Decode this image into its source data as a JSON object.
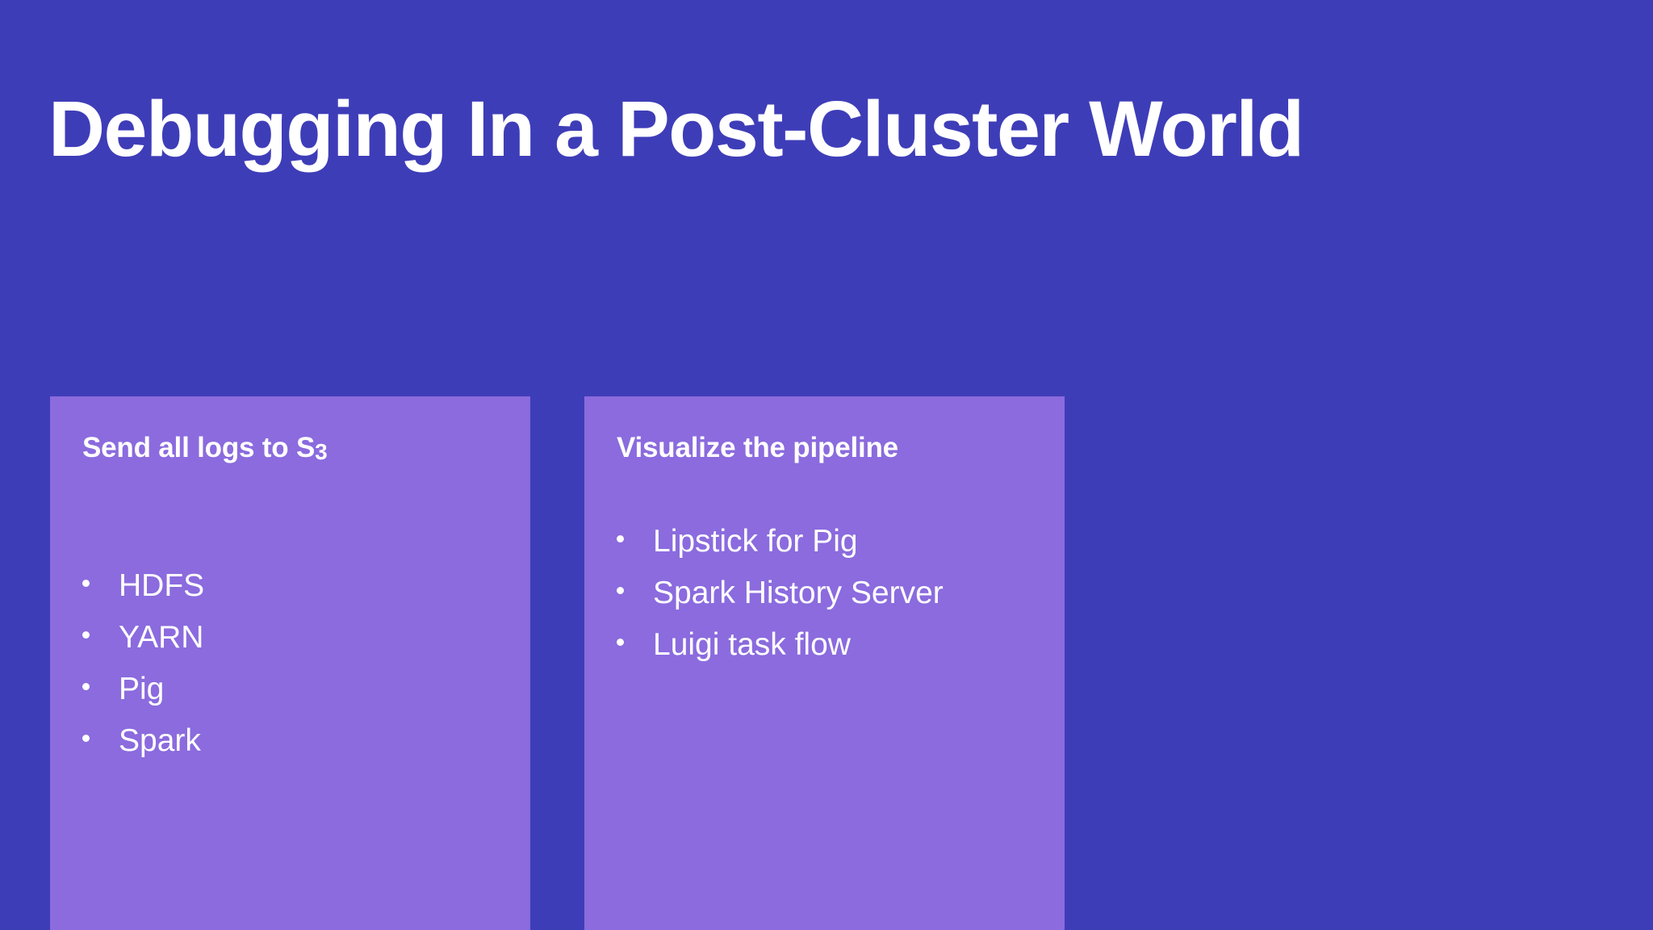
{
  "slide": {
    "title": "Debugging In a Post-Cluster World",
    "background_color": "#3E3DB8",
    "card_color": "#8B6BDE",
    "text_color": "#FFFFFF",
    "cards": [
      {
        "heading_main": "Send all logs to S",
        "heading_numeral": "3",
        "heading_full": "Send all logs to S3",
        "items": [
          {
            "bullet": "dot-bullet-icon",
            "label": "HDFS"
          },
          {
            "bullet": "dot-bullet-icon",
            "label": "YARN"
          },
          {
            "bullet": "dot-bullet-icon",
            "label": "Pig"
          },
          {
            "bullet": "dot-bullet-icon",
            "label": "Spark"
          }
        ]
      },
      {
        "heading_main": "Visualize the pipeline",
        "heading_numeral": "",
        "heading_full": "Visualize the pipeline",
        "items": [
          {
            "bullet": "dot-bullet-icon",
            "label": "Lipstick for Pig"
          },
          {
            "bullet": "dot-bullet-icon",
            "label": "Spark History Server"
          },
          {
            "bullet": "dot-bullet-icon",
            "label": "Luigi task flow"
          }
        ]
      }
    ]
  }
}
